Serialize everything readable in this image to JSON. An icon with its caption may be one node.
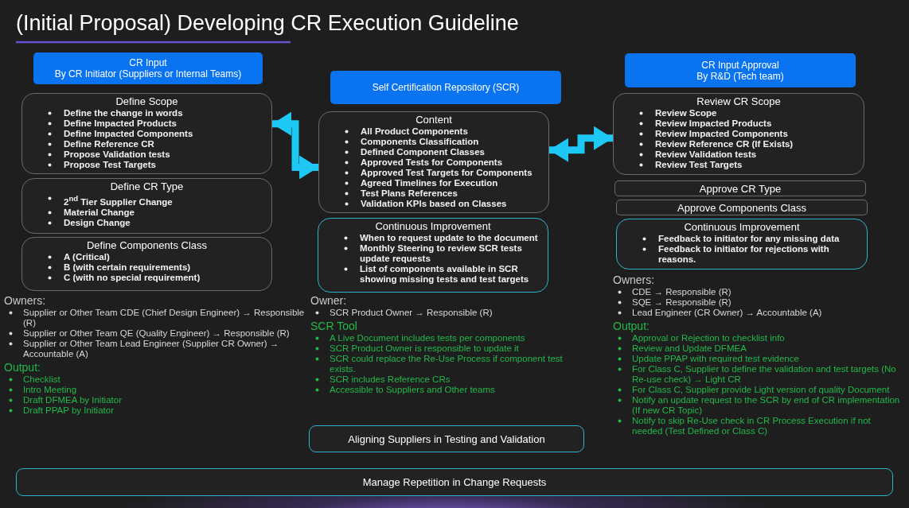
{
  "diagram": {
    "title": "(Initial Proposal) Developing CR Execution Guideline",
    "nodes": [
      {
        "text": [
          "CR Input",
          "By CR Initiator (Suppliers or Internal Teams)"
        ]
      },
      {
        "text": [
          "Define Scope",
          "Define the change in words",
          "Define Impacted Products",
          "Define Impacted Components",
          "Define Reference CR",
          "Propose Validation tests",
          "Propose Test Targets"
        ]
      },
      {
        "text": [
          "Define CR Type",
          "2$^{nd}$ Tier Supplier Change",
          "Material Change",
          "Design Change"
        ]
      },
      {
        "text": [
          "Define Components Class",
          "A (Critical)",
          "B (with certain requirements)",
          "C (with no special requirement)"
        ]
      },
      {
        "text": [
          "Self Certification Repository (SCR)"
        ]
      },
      {
        "text": [
          "Content",
          "All Product Components",
          "Components Classification",
          "Defined Component Classes",
          "Approved Tests for Components",
          "Approved Test Targets for Components",
          "Agreed Timelines for Execution",
          "Test Plans References",
          "Validation KPIs based on Classes"
        ]
      },
      {
        "text": [
          "Continuous Improvement",
          "When to request update to the document",
          "Monthly Steering to review SCR tests update requests",
          "List of components available in SCR showing missing tests and test targets"
        ]
      },
      {
        "text": [
          "CR Input Approval",
          "By R&D (Tech team)"
        ]
      },
      {
        "text": [
          "Review CR Scope",
          "Review Scope",
          "Review Impacted Products",
          "Review Impacted Components",
          "Review Reference CR (If Exists)",
          "Review Validation tests",
          "Review Test Targets"
        ]
      },
      {
        "text": [
          "Approve CR Type"
        ]
      },
      {
        "text": [
          "Approve Components Class"
        ]
      },
      {
        "text": [
          "Continuous Improvement",
          "Feedback to initiator for any missing data",
          "Feedback to initiator for rejections with reasons."
        ]
      },
      {
        "text": [
          "Aligning Suppliers in Testing and Validation"
        ]
      },
      {
        "text": [
          "Manage Repetition in Change Requests"
        ]
      }
    ],
    "edges": [
      {
        "from": 1,
        "to": 5,
        "arrow": "both"
      },
      {
        "from": 5,
        "to": 8,
        "arrow": "both"
      }
    ],
    "labels": [
      "Owners:",
      "Supplier or Other Team CDE (Chief Design Engineer) → Responsible (R)",
      "Supplier or Other Team QE (Quality Engineer) → Responsible (R)",
      "Supplier or Other Team Lead Engineer (Supplier CR Owner) → Accountable (A)",
      "Output:",
      "Checklist",
      "Intro Meeting",
      "Draft DFMEA by Initiator",
      "Draft PPAP by Initiator",
      "Owner:",
      "SCR Product Owner → Responsible (R)",
      "SCR Tool",
      "A Live Document includes tests per components",
      "SCR Product Owner is responsible to update it",
      "SCR could replace the Re-Use Process if component test exists.",
      "SCR includes Reference CRs",
      "Accessible to Suppliers and Other teams",
      "Owners:",
      "CDE → Responsible (R)",
      "SQE → Responsible (R)",
      "Lead Engineer (CR Owner) → Accountable (A)",
      "Output:",
      "Approval or Rejection to checklist info",
      "Review and Update DFMEA",
      "Update PPAP with required test evidence",
      "For Class C, Supplier to define the validation and test targets (No Re-use check) → Light CR",
      "For Class C, Supplier provide Light version of quality Document",
      "Notify an update request to the SCR by end of CR implementation (If new CR Topic)",
      "Notify to skip Re-Use check in CR Process Execution if not needed (Test Defined or Class C)"
    ]
  }
}
